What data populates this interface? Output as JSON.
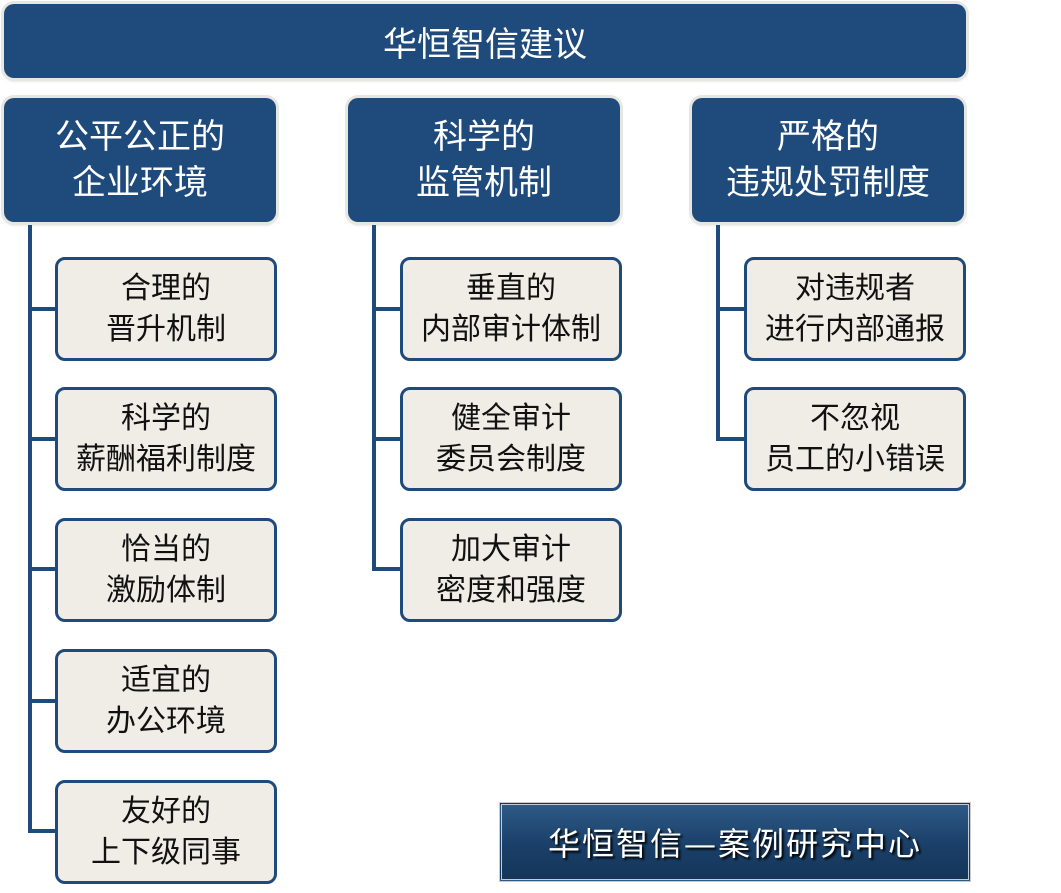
{
  "title": "华恒智信建议",
  "columns": [
    {
      "header": "公平公正的\n企业环境",
      "items": [
        "合理的\n晋升机制",
        "科学的\n薪酬福利制度",
        "恰当的\n激励体制",
        "适宜的\n办公环境",
        "友好的\n上下级同事"
      ]
    },
    {
      "header": "科学的\n监管机制",
      "items": [
        "垂直的\n内部审计体制",
        "健全审计\n委员会制度",
        "加大审计\n密度和强度"
      ]
    },
    {
      "header": "严格的\n违规处罚制度",
      "items": [
        "对违规者\n进行内部通报",
        "不忽视\n员工的小错误"
      ]
    }
  ],
  "footer_logo": "华恒智信—案例研究中心",
  "colors": {
    "header_fill": "#1f4a7c",
    "item_fill": "#efede6",
    "item_border": "#1f4a7c"
  }
}
